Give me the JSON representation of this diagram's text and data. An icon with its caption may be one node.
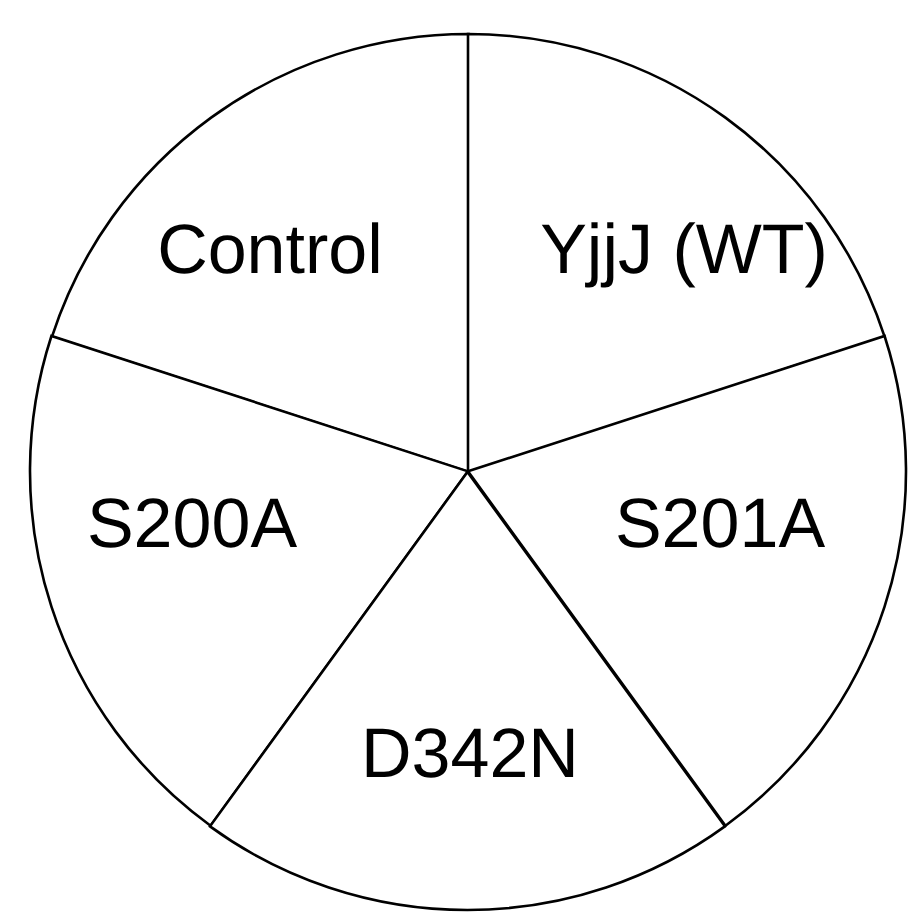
{
  "diagram": {
    "nodes": [
      {
        "text": [
          "Control"
        ]
      },
      {
        "text": [
          "YjjJ (WT)"
        ]
      },
      {
        "text": [
          "S200A"
        ]
      },
      {
        "text": [
          "S201A"
        ]
      },
      {
        "text": [
          "D342N"
        ]
      }
    ]
  }
}
